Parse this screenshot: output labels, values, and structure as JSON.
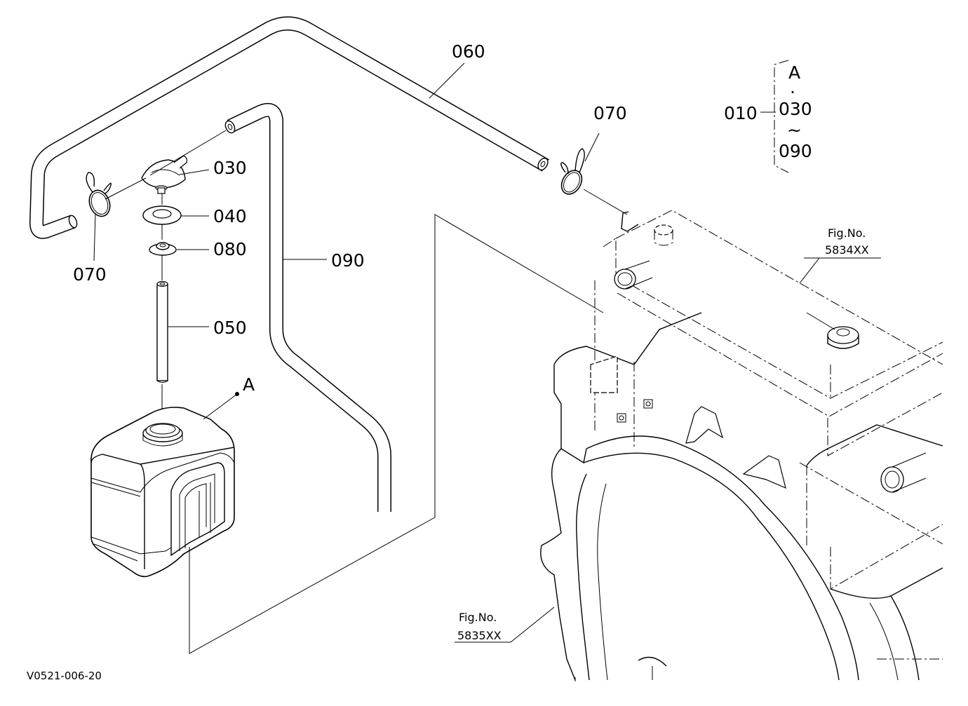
{
  "parts": {
    "p010": "010",
    "p030": "030",
    "p040": "040",
    "p050": "050",
    "p060": "060",
    "p070": "070",
    "p080": "080",
    "p090": "090"
  },
  "callout_a": "A",
  "group": {
    "top": "A",
    "dot": "·",
    "from": "030",
    "tilde": "~",
    "to": "090"
  },
  "fig_refs": [
    {
      "label": "Fig.No.",
      "number": "5834XX"
    },
    {
      "label": "Fig.No.",
      "number": "5835XX"
    }
  ],
  "drawing_code": "V0521-006-20"
}
